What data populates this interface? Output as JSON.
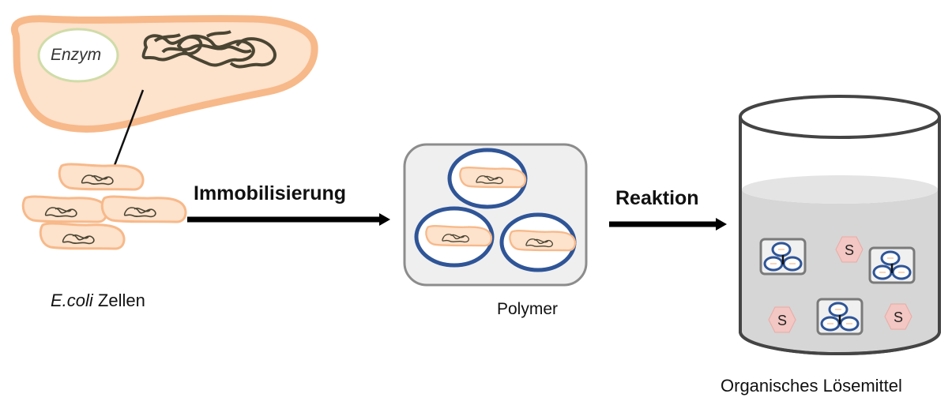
{
  "cell_detail": {
    "enzyme_label": "Enzym"
  },
  "labels": {
    "ecoli_italic": "E.coli",
    "ecoli_rest": " Zellen",
    "polymer": "Polymer",
    "solvent": "Organisches Lösemittel"
  },
  "arrows": {
    "immobilization": "Immobilisierung",
    "reaction": "Reaktion"
  },
  "substrate_symbol": "S",
  "colors": {
    "cell_fill": "#fde2cc",
    "cell_outline": "#f7b98a",
    "enzyme_outline": "#cfdca8",
    "dna": "#4a4532",
    "bead_outline": "#2f5597",
    "panel_fill": "#efefef",
    "liquid": "#d6d6d6",
    "substrate_fill": "#f3c7c3"
  }
}
